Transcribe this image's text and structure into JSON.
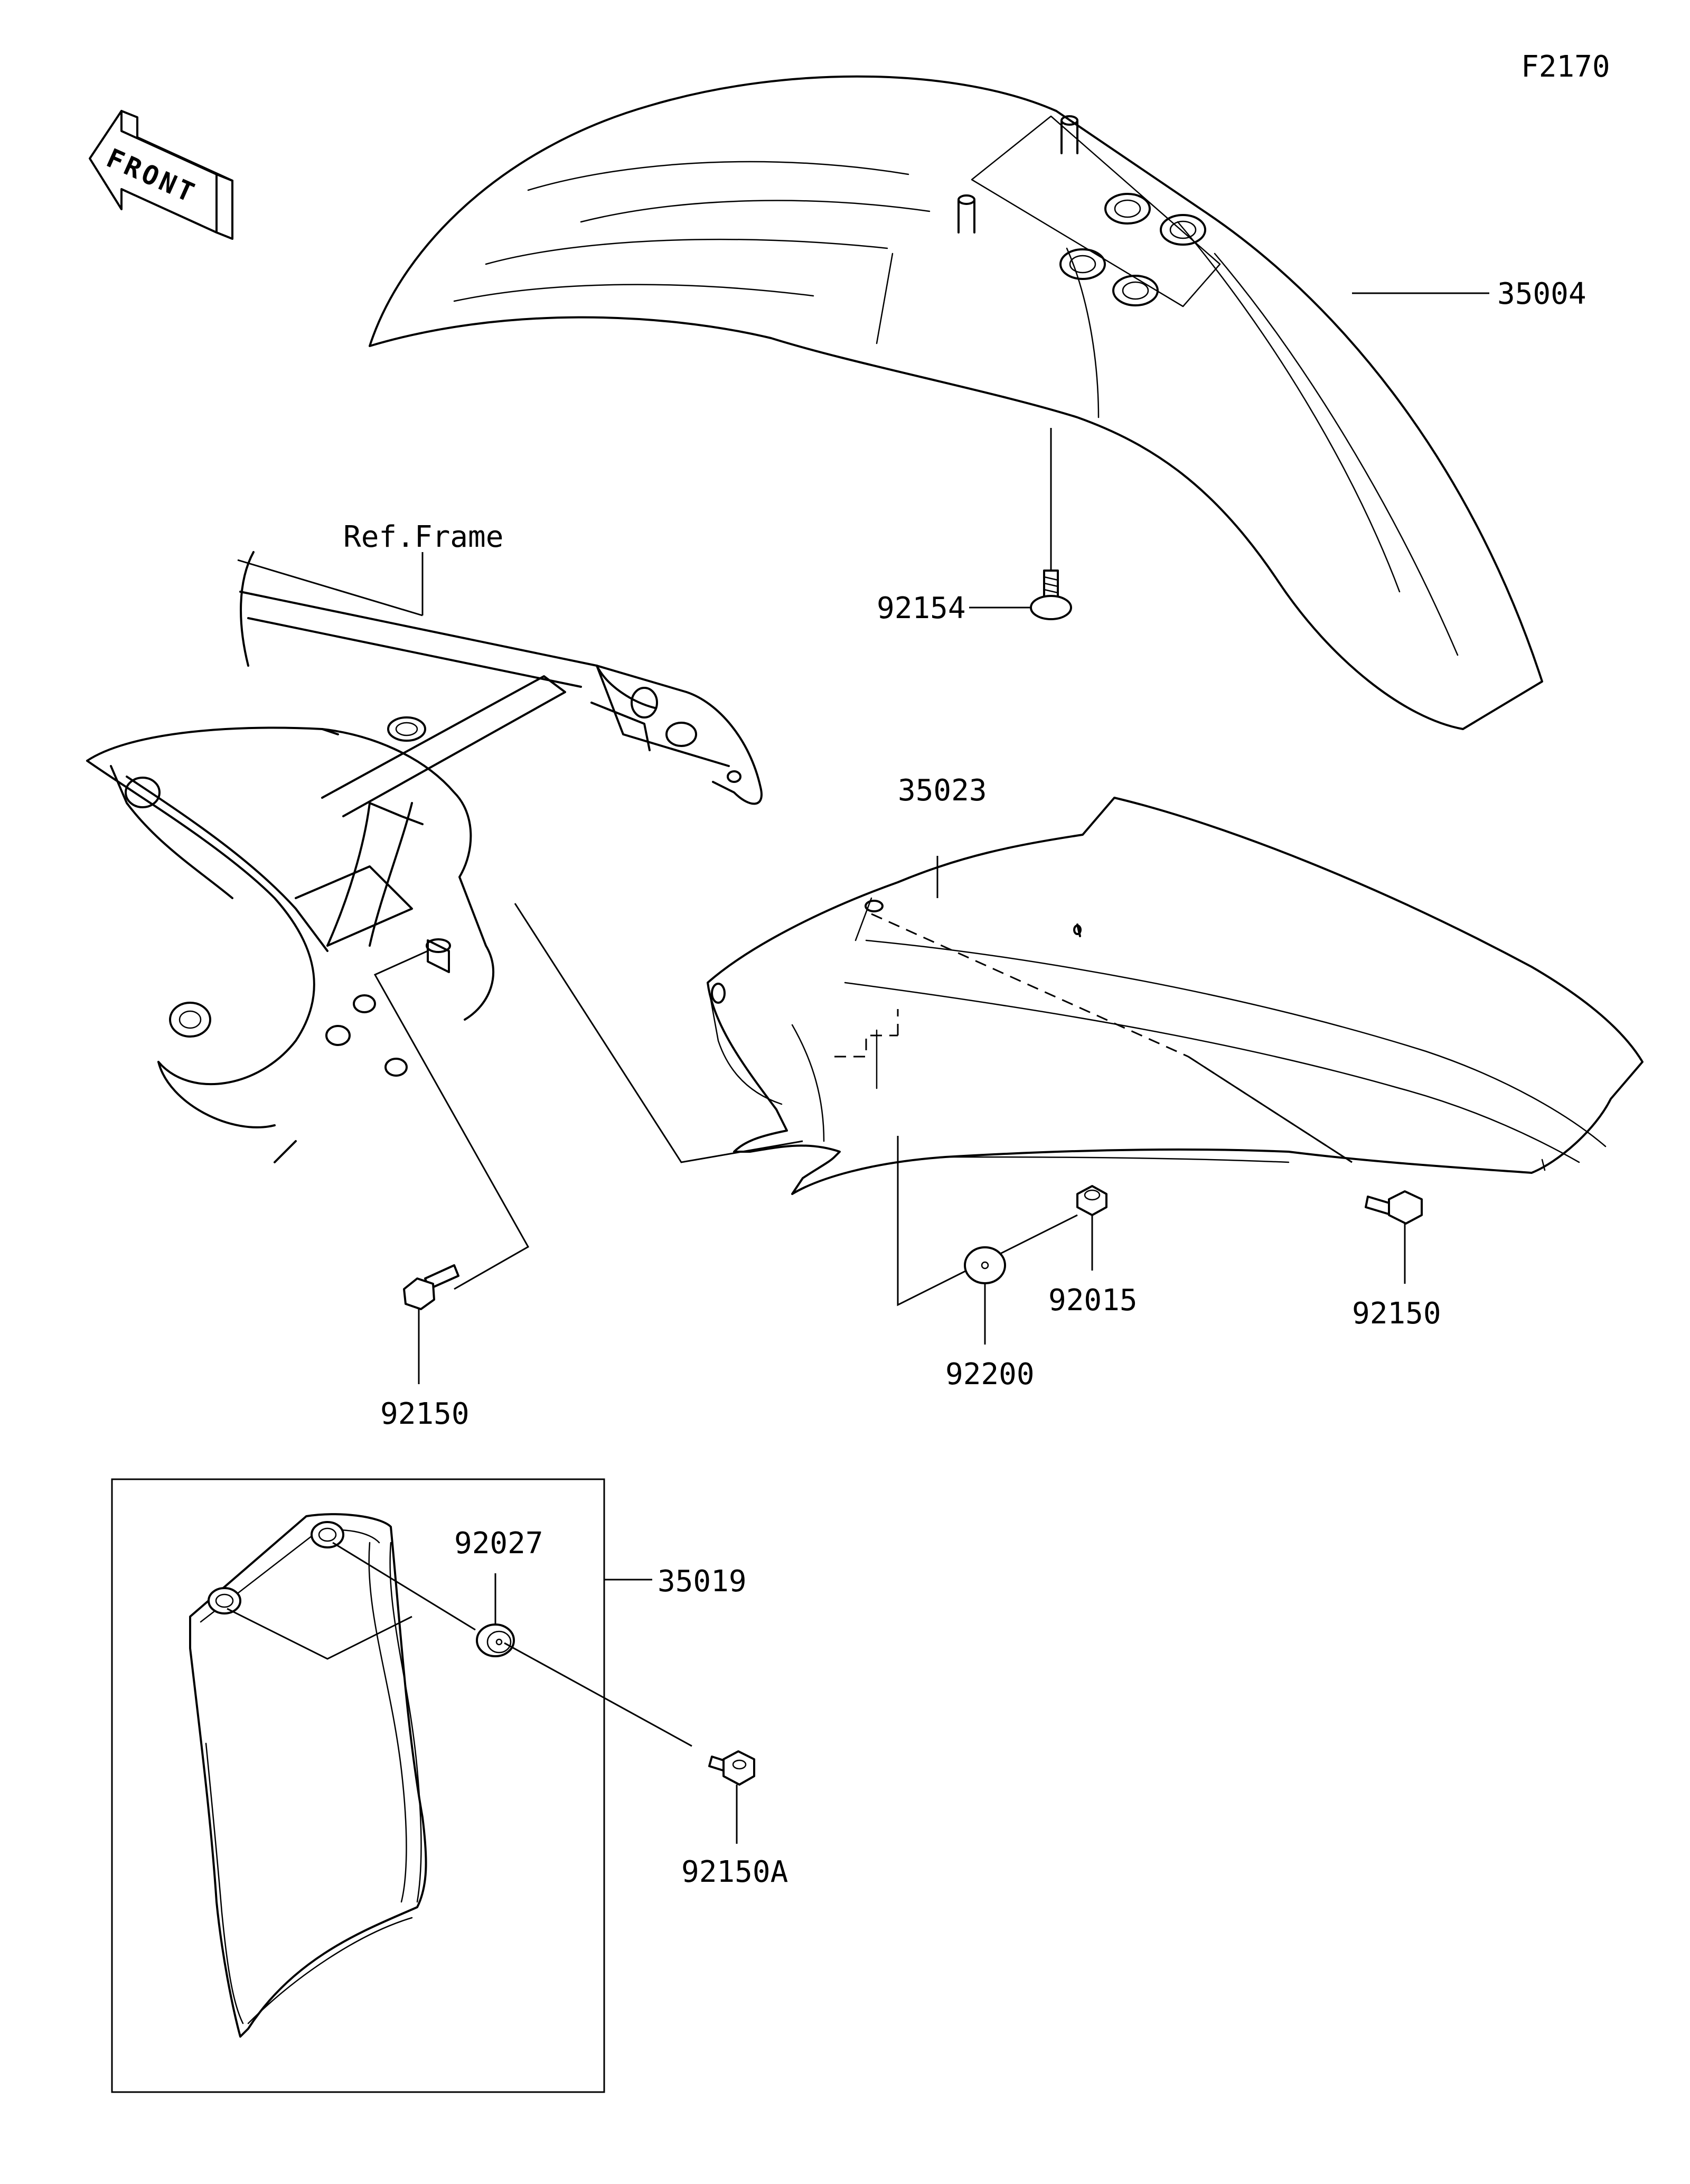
{
  "diagram": {
    "code": "F2170",
    "direction": "FRONT",
    "ref_label": "Ref.Frame",
    "parts": {
      "front_fender": "35004",
      "fender_bolt_top": "92154",
      "lower_fender": "35023",
      "bolt_left": "92150",
      "bolt_right": "92150",
      "nut": "92015",
      "washer": "92200",
      "guard_kit": "35019",
      "collar": "92027",
      "guard_bolt": "92150A"
    }
  }
}
